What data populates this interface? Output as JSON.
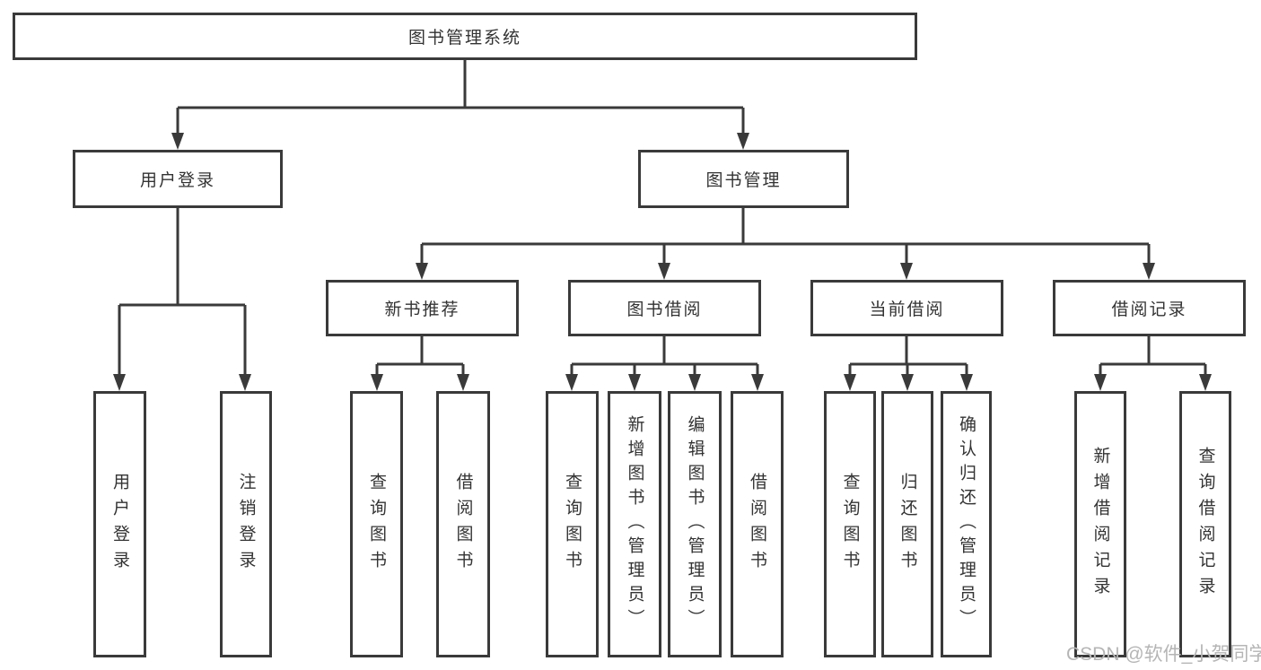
{
  "diagram_title": "图书管理系统",
  "nodes": {
    "root": "图书管理系统",
    "level2": {
      "user_login": "用户登录",
      "book_mgmt": "图书管理"
    },
    "level3": {
      "new_books": "新书推荐",
      "book_borrow": "图书借阅",
      "current_borrow": "当前借阅",
      "borrow_records": "借阅记录"
    },
    "leaves": {
      "user_login": [
        "用户登录",
        "注销登录"
      ],
      "new_books": [
        "查询图书",
        "借阅图书"
      ],
      "book_borrow": [
        "查询图书",
        "新增图书（管理员）",
        "编辑图书（管理员）",
        "借阅图书"
      ],
      "current_borrow": [
        "查询图书",
        "归还图书",
        "确认归还（管理员）"
      ],
      "borrow_records": [
        "新增借阅记录",
        "查询借阅记录"
      ]
    }
  },
  "watermark": "CSDN @软件_小贺同学",
  "colors": {
    "line": "#3a3a3a",
    "text": "#333333",
    "watermark": "#b5b5b5",
    "background": "#ffffff"
  }
}
